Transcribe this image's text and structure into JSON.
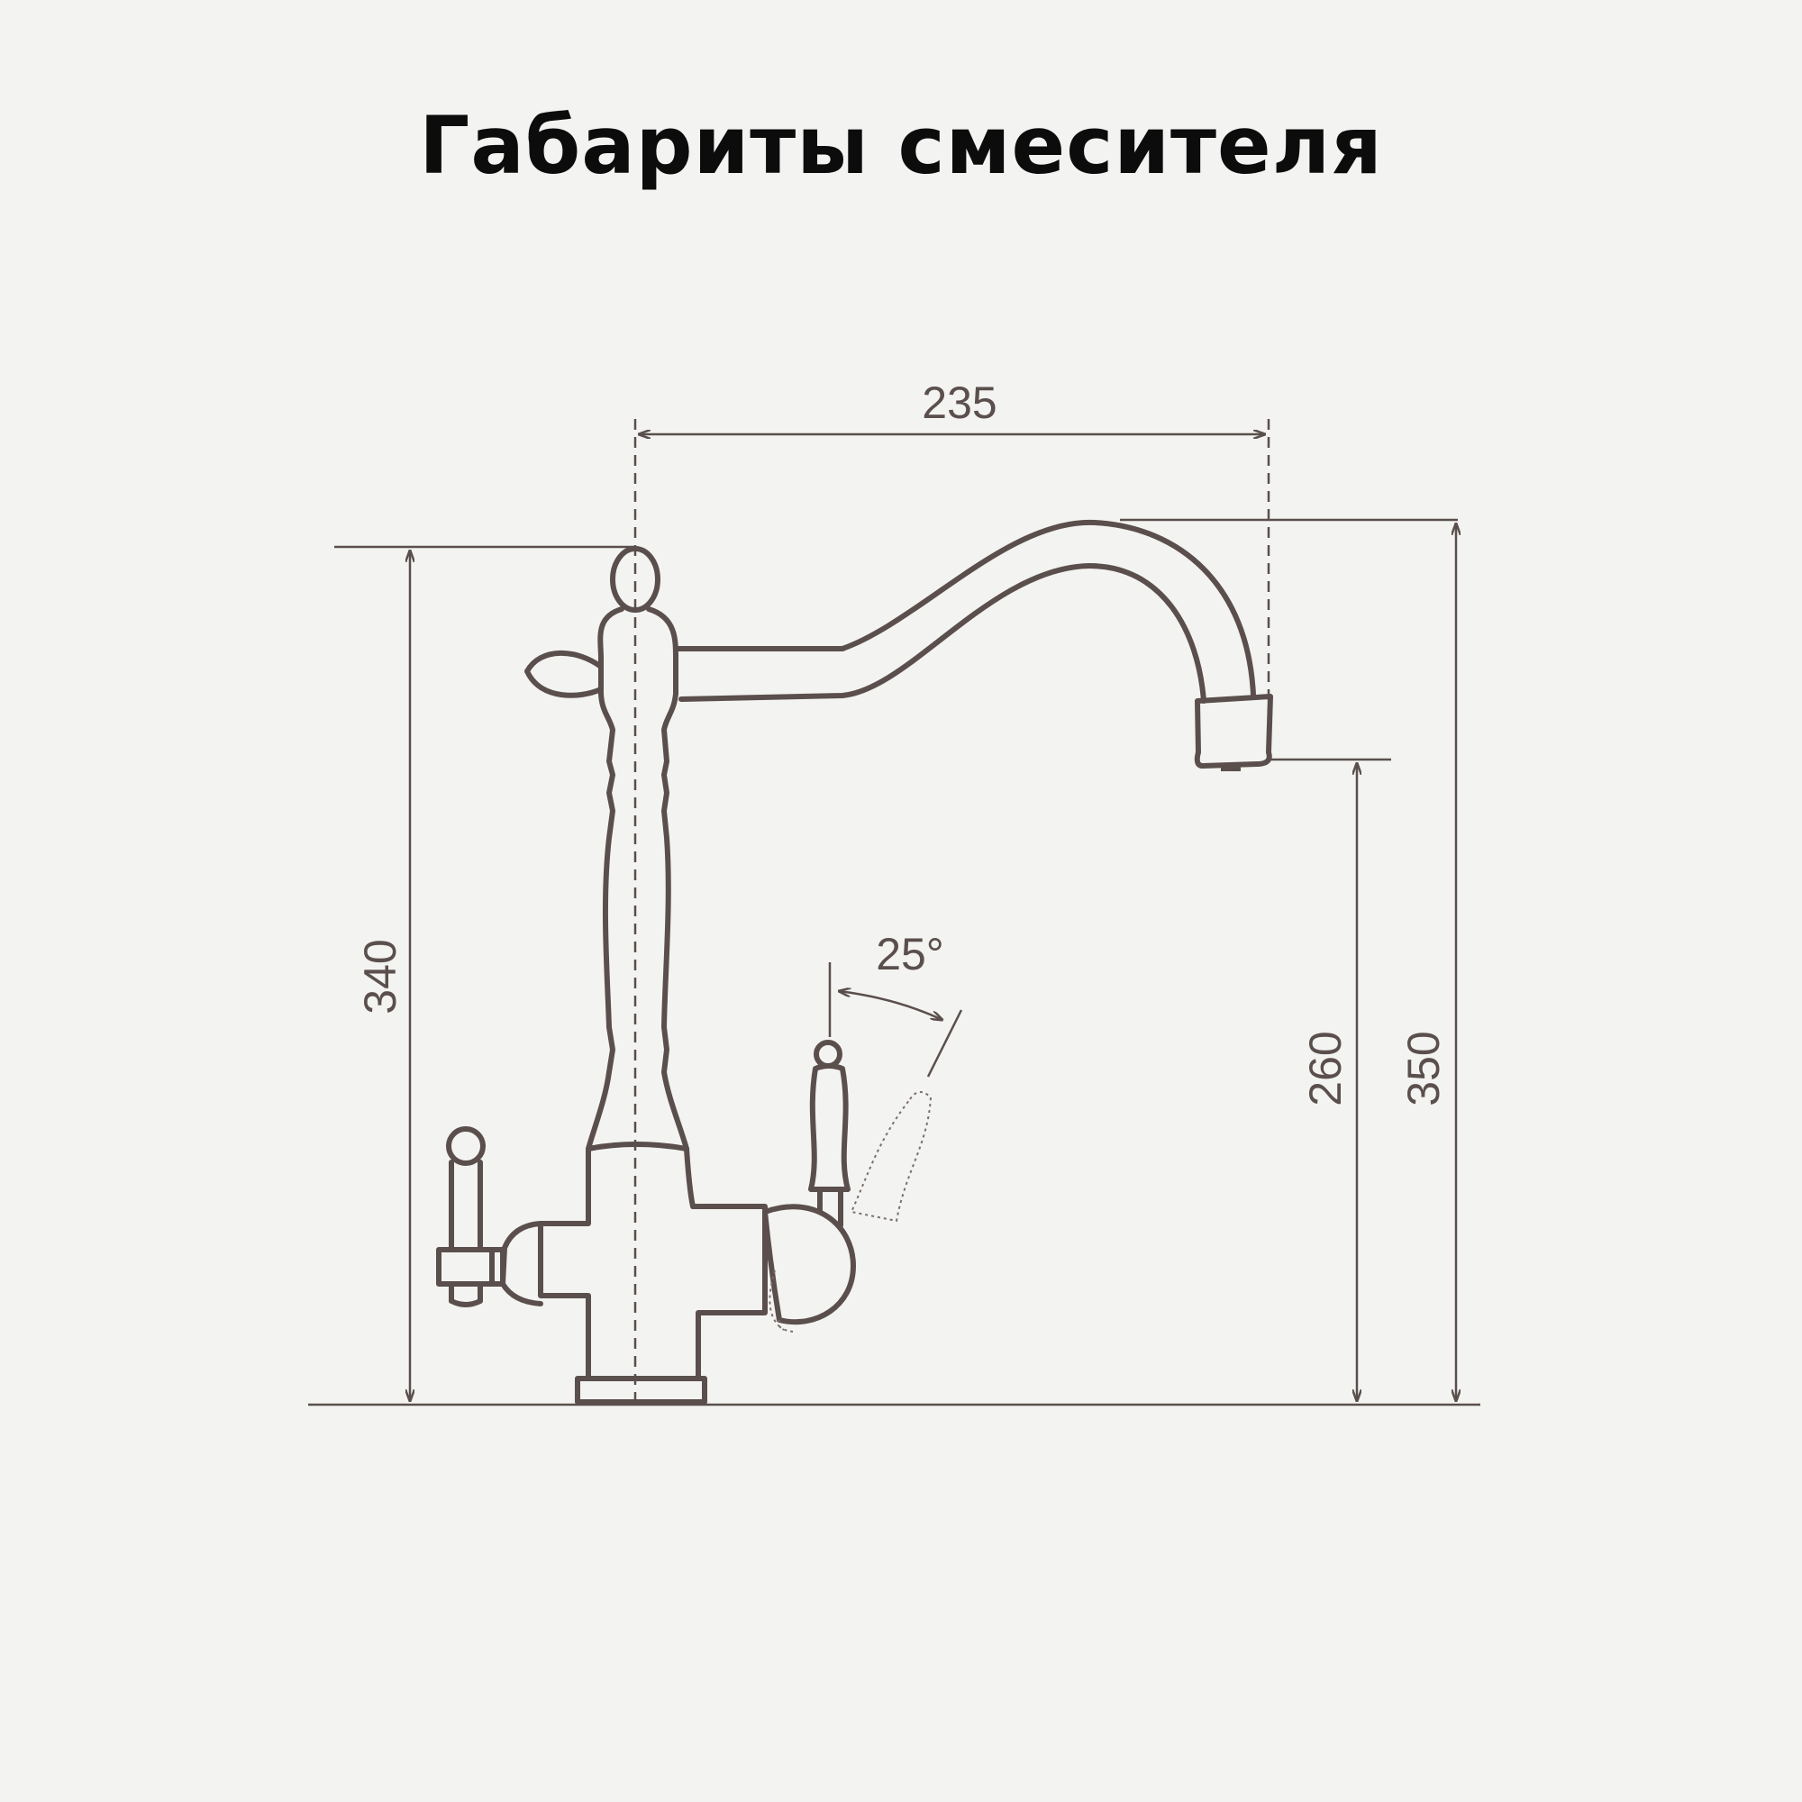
{
  "title": "Габариты смесителя",
  "dimensions": {
    "spout_reach": "235",
    "body_height": "340",
    "spout_outlet_height": "260",
    "total_height": "350",
    "lever_angle": "25°"
  },
  "colors": {
    "line": "#5a4f4c",
    "background": "#f3f3f1",
    "title": "#0c0c0c"
  }
}
